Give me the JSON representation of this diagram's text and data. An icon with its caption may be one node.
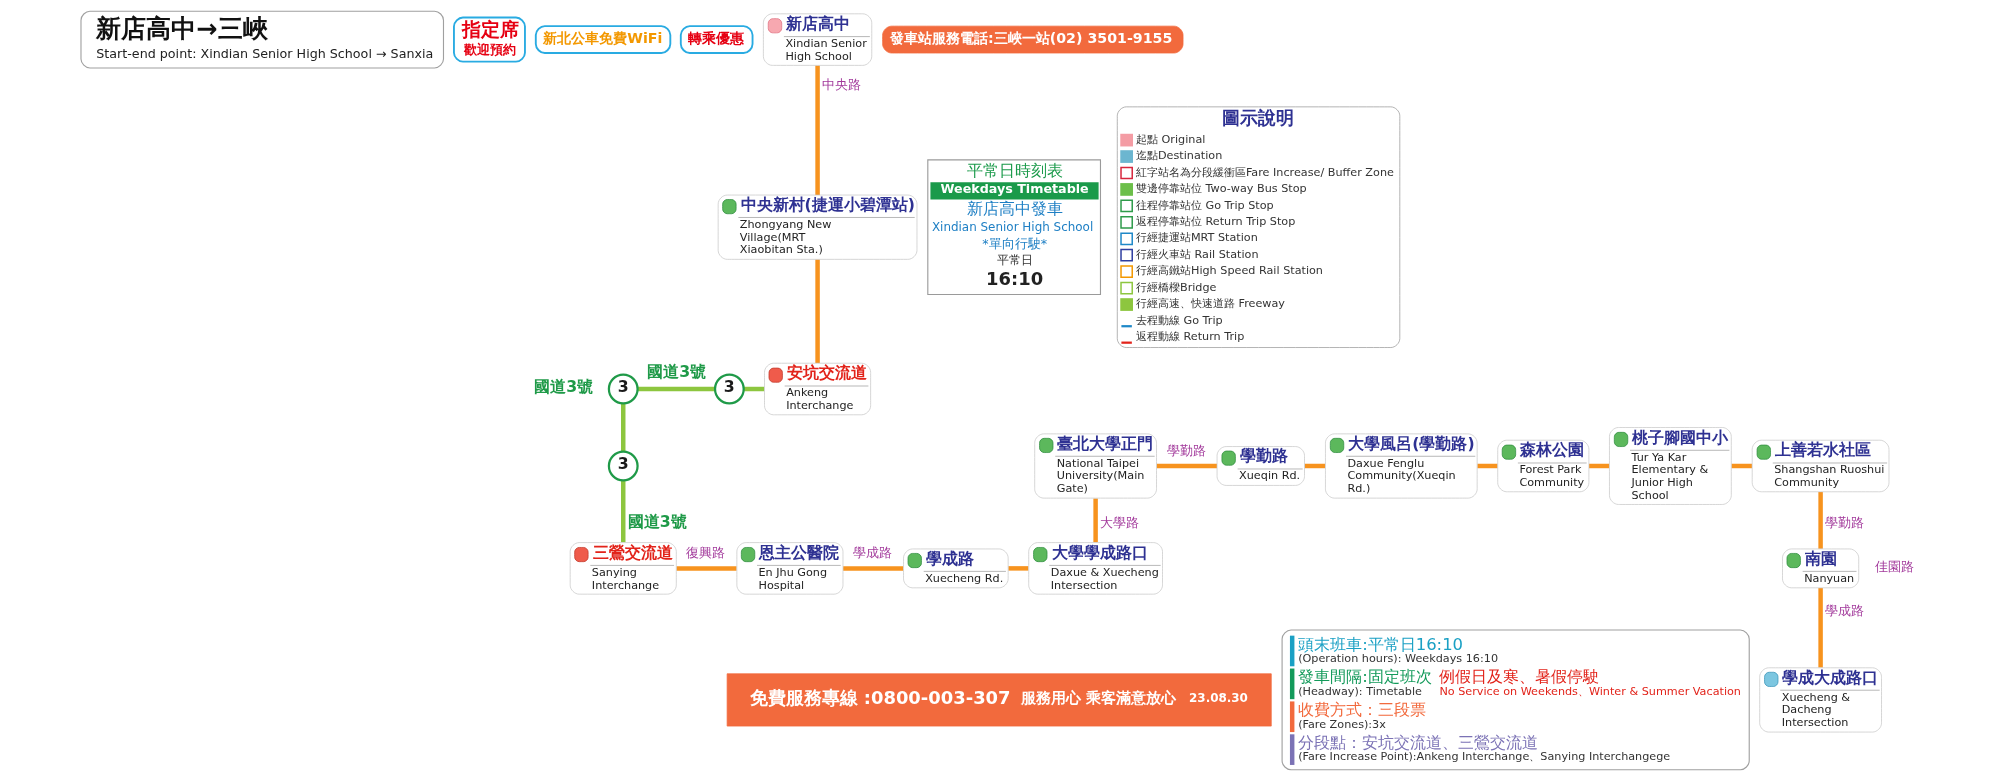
{
  "diagram": {
    "nodes": [
      {
        "text": [
          "新店高中→三峽",
          "Start-end point: Xindian Senior High School → Sanxia"
        ]
      },
      {
        "text": [
          "指定席",
          "歡迎預約"
        ]
      },
      {
        "text": [
          "新北公車免費WiFi"
        ]
      },
      {
        "text": [
          "轉乘優惠"
        ]
      },
      {
        "text": [
          "新店高中",
          "Xindian Senior High School"
        ]
      },
      {
        "text": [
          "中央新村(捷運小碧潭站)",
          "Zhongyang New Village(MRT Xiaobitan Sta.)"
        ]
      },
      {
        "text": [
          "安坑交流道",
          "Ankeng Interchange"
        ]
      },
      {
        "text": [
          "3"
        ]
      },
      {
        "text": [
          "3"
        ]
      },
      {
        "text": [
          "3"
        ]
      },
      {
        "text": [
          "三鶯交流道",
          "Sanying Interchange"
        ]
      },
      {
        "text": [
          "恩主公醫院",
          "En Jhu Gong Hospital"
        ]
      },
      {
        "text": [
          "學成路",
          "Xuecheng Rd."
        ]
      },
      {
        "text": [
          "大學學成路口",
          "Daxue & Xuecheng Intersection"
        ]
      },
      {
        "text": [
          "臺北大學正門",
          "National Taipei University(Main Gate)"
        ]
      },
      {
        "text": [
          "學勤路",
          "Xueqin Rd."
        ]
      },
      {
        "text": [
          "大學風呂(學勤路)",
          "Daxue Fenglu Community(Xueqin Rd.)"
        ]
      },
      {
        "text": [
          "森林公園",
          "Forest Park Community"
        ]
      },
      {
        "text": [
          "桃子腳國中小",
          "Tur Ya Kar Elementary & Junior High School"
        ]
      },
      {
        "text": [
          "上善若水社區",
          "Shangshan Ruoshui Community"
        ]
      },
      {
        "text": [
          "南園",
          "Nanyuan"
        ]
      },
      {
        "text": [
          "學成大成路口",
          "Xuecheng & Dacheng Intersection"
        ]
      },
      {
        "text": [
          "平常日時刻表",
          "Weekdays Timetable",
          "新店高中發車",
          "Xindian Senior High School",
          "*單向行駛*",
          "平常日",
          "16:10"
        ]
      },
      {
        "text": [
          "頭末班車:平常日16:10",
          "(Operation hours): Weekdays 16:10",
          "發車間隔:固定班次",
          "(Headway): Timetable",
          "例假日及寒、暑假停駛",
          "No Service on Weekends、Winter & Summer Vacation",
          "收費方式：三段票",
          "(Fare Zones):3x",
          "分段點：安坑交流道、三鶯交流道",
          "(Fare Increase Point):Ankeng Interchange、Sanying Interchangege"
        ]
      },
      {
        "text": [
          "發車站服務電話:三峽一站(02) 3501-9155"
        ]
      },
      {
        "text": [
          "免費服務專線 :0800-003-307",
          "服務用心 乘客滿意放心",
          "23.08.30"
        ]
      }
    ],
    "edges": [
      {
        "from": 4,
        "to": 5,
        "arrow": "none",
        "label": "中央路"
      },
      {
        "from": 5,
        "to": 6,
        "arrow": "none"
      },
      {
        "from": 7,
        "to": 6,
        "arrow": "none",
        "color": "#8dc63f"
      },
      {
        "from": 8,
        "to": 7,
        "arrow": "none",
        "label": "國道3號",
        "color": "#8dc63f"
      },
      {
        "from": 8,
        "to": 9,
        "arrow": "none",
        "color": "#8dc63f"
      },
      {
        "from": 9,
        "to": 10,
        "arrow": "none",
        "label": "國道3號",
        "color": "#8dc63f"
      },
      {
        "from": 10,
        "to": 11,
        "arrow": "none",
        "label": "復興路"
      },
      {
        "from": 11,
        "to": 12,
        "arrow": "none",
        "label": "學成路"
      },
      {
        "from": 12,
        "to": 13,
        "arrow": "none"
      },
      {
        "from": 14,
        "to": 13,
        "arrow": "none",
        "label": "大學路"
      },
      {
        "from": 14,
        "to": 15,
        "arrow": "none",
        "label": "學勤路"
      },
      {
        "from": 15,
        "to": 16,
        "arrow": "none"
      },
      {
        "from": 16,
        "to": 17,
        "arrow": "none"
      },
      {
        "from": 17,
        "to": 18,
        "arrow": "none"
      },
      {
        "from": 18,
        "to": 19,
        "arrow": "none"
      },
      {
        "from": 19,
        "to": 20,
        "arrow": "none",
        "label": "學勤路"
      },
      {
        "from": 20,
        "to": 21,
        "arrow": "none",
        "label": "學成路"
      }
    ],
    "labels": [
      "國道3號",
      "佳園路",
      "圖示說明"
    ],
    "legend": [
      {
        "text": "起點 Original",
        "color": "#f49ca4"
      },
      {
        "text": "迄點Destination",
        "color": "#6cb6d0"
      },
      {
        "text": "紅字站名為分段緩衝區Fare Increase/ Buffer Zone"
      },
      {
        "text": "雙邊停靠站位 Two-way Bus Stop",
        "color": "#6cbf4a"
      },
      {
        "text": "往程停靠站位 Go Trip Stop"
      },
      {
        "text": "返程停靠站位 Return Trip Stop"
      },
      {
        "text": "行經捷運站MRT Station"
      },
      {
        "text": "行經火車站 Rail Station"
      },
      {
        "text": "行經高鐵站High Speed Rail Station"
      },
      {
        "text": "行經橋樑Bridge"
      },
      {
        "text": "行經高速、快速道路 Freeway",
        "color": "#8dc63f"
      },
      {
        "text": "去程動線 Go Trip"
      },
      {
        "text": "返程動線 Return Trip"
      }
    ]
  }
}
